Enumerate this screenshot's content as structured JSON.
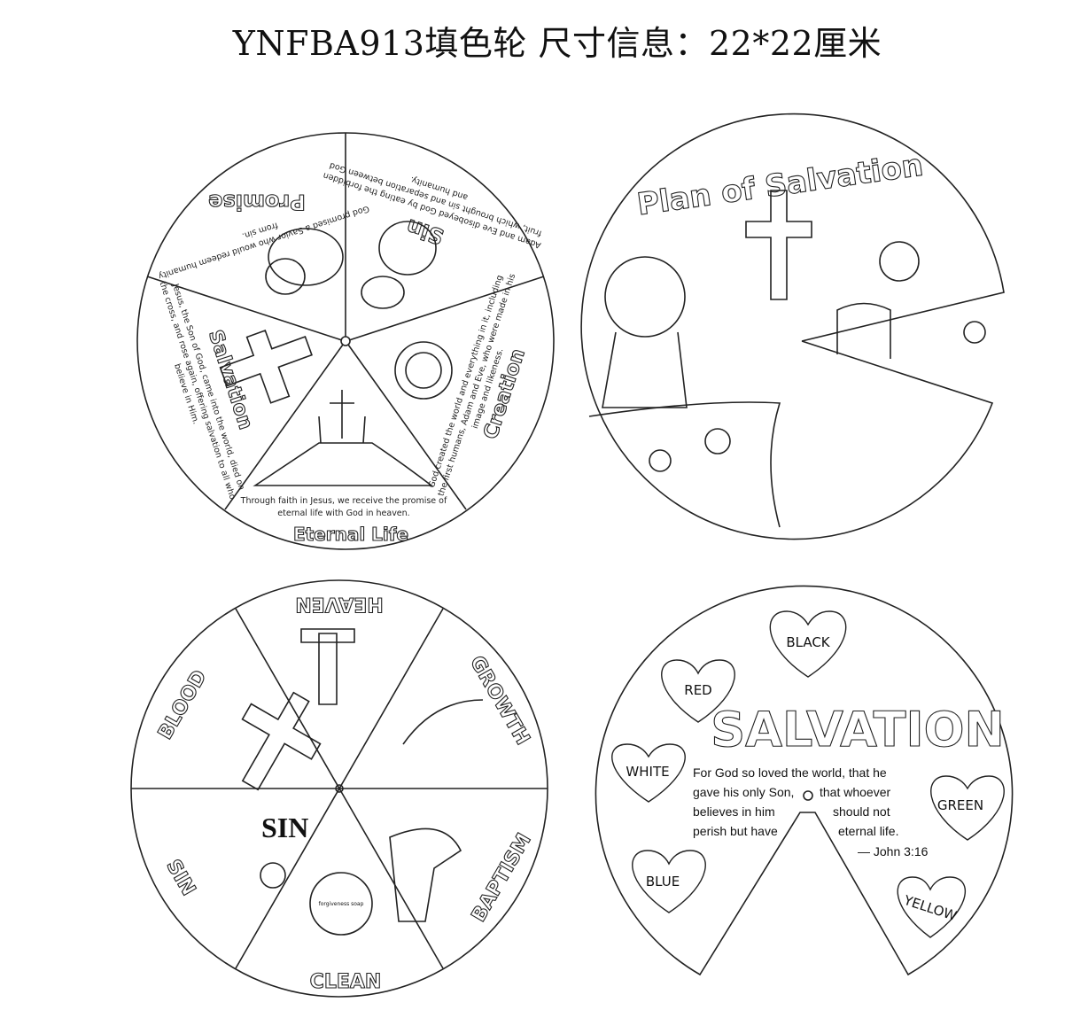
{
  "title": "YNFBA913填色轮   尺寸信息：22*22厘米",
  "wheel1": {
    "segments": [
      {
        "label": "Promise",
        "text1": "God promised a Savior who would redeem humanity",
        "text2": "from sin."
      },
      {
        "label": "Sin",
        "text1": "Adam and Eve disobeyed God by eating the forbidden",
        "text2": "fruit, which brought sin and separation between God",
        "text3": "and humanity."
      },
      {
        "label": "Creation",
        "text1": "God created the world and everything in it, including",
        "text2": "the first humans, Adam and Eve, who were made in his",
        "text3": "image and likeness."
      },
      {
        "label": "Eternal Life",
        "text1": "Through faith in Jesus, we receive the promise of",
        "text2": "eternal life with God in heaven."
      },
      {
        "label": "Salvation",
        "text1": "Jesus, the Son of God, came into the world, died on",
        "text2": "the cross, and rose again, offering salvation to all who",
        "text3": "believe in Him."
      }
    ]
  },
  "wheel2": {
    "title": "Plan of Salvation"
  },
  "wheel3": {
    "segments": [
      "HEAVEN",
      "GROWTH",
      "BAPTISM",
      "CLEAN",
      "SIN",
      "BLOOD"
    ],
    "sin_image_text": "SIN",
    "soap_text": "forgiveness soap"
  },
  "wheel4": {
    "title": "SALVATION",
    "hearts": [
      "BLACK",
      "RED",
      "WHITE",
      "GREEN",
      "BLUE",
      "YELLOW"
    ],
    "verse": [
      "For God so loved the world, that he",
      "gave his only Son,",
      "that whoever",
      "believes in him",
      "should not",
      "perish but  have",
      "eternal life."
    ],
    "reference": "— John 3:16"
  }
}
